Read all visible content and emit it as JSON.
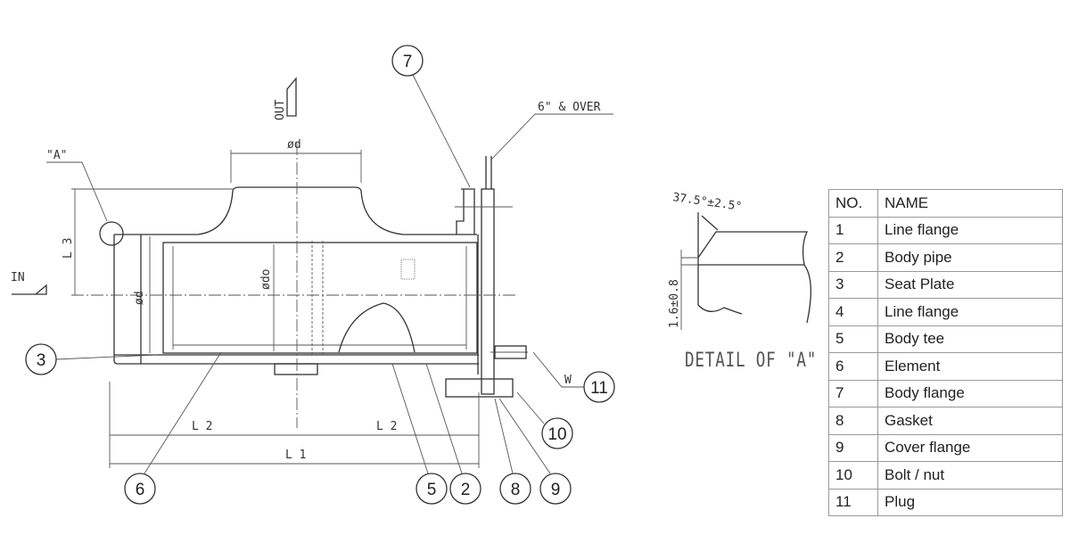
{
  "drawing": {
    "labels": {
      "out": "OUT",
      "in": "IN",
      "detail_ref": "\"A\"",
      "size_note": "6\" & OVER",
      "dia_d_top": "ød",
      "dia_d_left": "ød",
      "dia_do": "ødo",
      "l1": "L 1",
      "l2_left": "L 2",
      "l2_right": "L 2",
      "l3": "L 3",
      "w": "W"
    },
    "balloons": [
      "7",
      "3",
      "6",
      "5",
      "2",
      "8",
      "9",
      "10",
      "11"
    ]
  },
  "detail": {
    "title": "DETAIL OF \"A\"",
    "angle": "37.5°±2.5°",
    "thickness": "1.6±0.8"
  },
  "parts_table": {
    "headers": [
      "NO.",
      "NAME"
    ],
    "rows": [
      [
        "1",
        "Line flange"
      ],
      [
        "2",
        "Body pipe"
      ],
      [
        "3",
        "Seat Plate"
      ],
      [
        "4",
        "Line flange"
      ],
      [
        "5",
        "Body tee"
      ],
      [
        "6",
        "Element"
      ],
      [
        "7",
        "Body flange"
      ],
      [
        "8",
        "Gasket"
      ],
      [
        "9",
        "Cover flange"
      ],
      [
        "10",
        "Bolt / nut"
      ],
      [
        "11",
        "Plug"
      ]
    ]
  }
}
